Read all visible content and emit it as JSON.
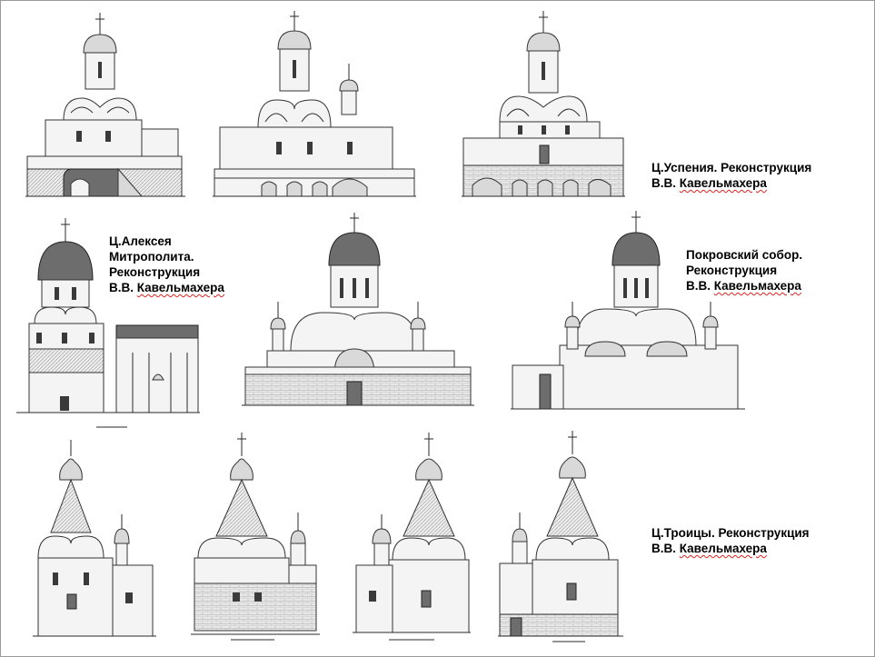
{
  "captions": {
    "uspeniya": {
      "line1": "Ц.Успения. Реконструкция",
      "line2_prefix": "В.В. ",
      "line2_name": "Кавельмахера"
    },
    "alekseya": {
      "line1": "Ц.Алексея",
      "line2": "Митрополита.",
      "line3": "Реконструкция",
      "line4_prefix": "В.В. ",
      "line4_name": "Кавельмахера"
    },
    "pokrovsky": {
      "line1": "Покровский собор.",
      "line2": "Реконструкция",
      "line3_prefix": "В.В. ",
      "line3_name": "Кавельмахера"
    },
    "troitsy": {
      "line1": "Ц.Троицы. Реконструкция",
      "line2_prefix": "В.В. ",
      "line2_name": "Кавельмахера"
    }
  },
  "drawings": [
    {
      "id": "uspeniya-elevation-1",
      "type": "church-elevation"
    },
    {
      "id": "uspeniya-elevation-2",
      "type": "church-elevation"
    },
    {
      "id": "uspeniya-elevation-3",
      "type": "church-elevation"
    },
    {
      "id": "alekseya-elevation",
      "type": "church-elevation"
    },
    {
      "id": "cathedral-elevation-center",
      "type": "church-elevation"
    },
    {
      "id": "pokrovsky-elevation",
      "type": "church-elevation"
    },
    {
      "id": "troitsy-elevation-1",
      "type": "tent-church-elevation"
    },
    {
      "id": "troitsy-elevation-2",
      "type": "tent-church-elevation"
    },
    {
      "id": "troitsy-elevation-3",
      "type": "tent-church-elevation"
    },
    {
      "id": "troitsy-elevation-4",
      "type": "tent-church-elevation"
    }
  ],
  "colors": {
    "caption_underline": "#d22222",
    "ink": "#2a2a2a",
    "frame": "#9a9a9a"
  }
}
